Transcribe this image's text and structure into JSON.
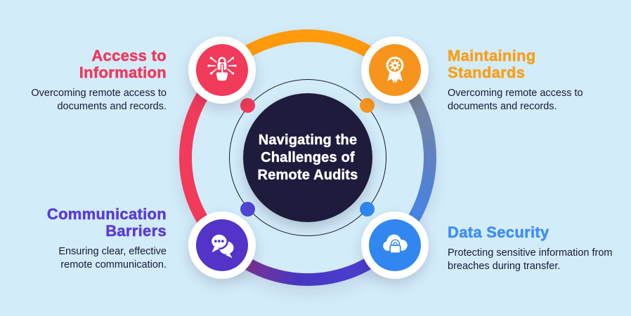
{
  "center": {
    "title": "Navigating the\nChallenges of\nRemote Audits",
    "circle_color": "#1e1b3c",
    "text_color": "#ffffff"
  },
  "background_color": "#d3ecfa",
  "items": [
    {
      "label": "Access to\nInformation",
      "description": "Overcoming remote access to\ndocuments and records.",
      "color": "#f23a5b",
      "icon": "tap-access-lock-icon",
      "position": "top-left"
    },
    {
      "label": "Maintaining\nStandards",
      "description": "Overcoming remote access to\ndocuments and records.",
      "color": "#f7941d",
      "icon": "award-badge-icon",
      "position": "top-right"
    },
    {
      "label": "Communication\nBarriers",
      "description": "Ensuring clear, effective\nremote communication.",
      "color": "#5433c8",
      "icon": "chat-bubbles-icon",
      "position": "bottom-left"
    },
    {
      "label": "Data Security",
      "description": "Protecting sensitive information from\nbreaches during transfer.",
      "color": "#3187ef",
      "icon": "cloud-lock-icon",
      "position": "bottom-right"
    }
  ],
  "ring_segment_colors": {
    "top": "#ff9a0d",
    "right": [
      "#7e8694",
      "#3f86f0"
    ],
    "bottom": [
      "#4b41d6",
      "#8c3386"
    ],
    "left": "#f23a5b"
  },
  "orbit_dot_colors": [
    "#f23a5b",
    "#f7941d",
    "#5044d4",
    "#3187ef"
  ],
  "description_text_color": "#19173a"
}
